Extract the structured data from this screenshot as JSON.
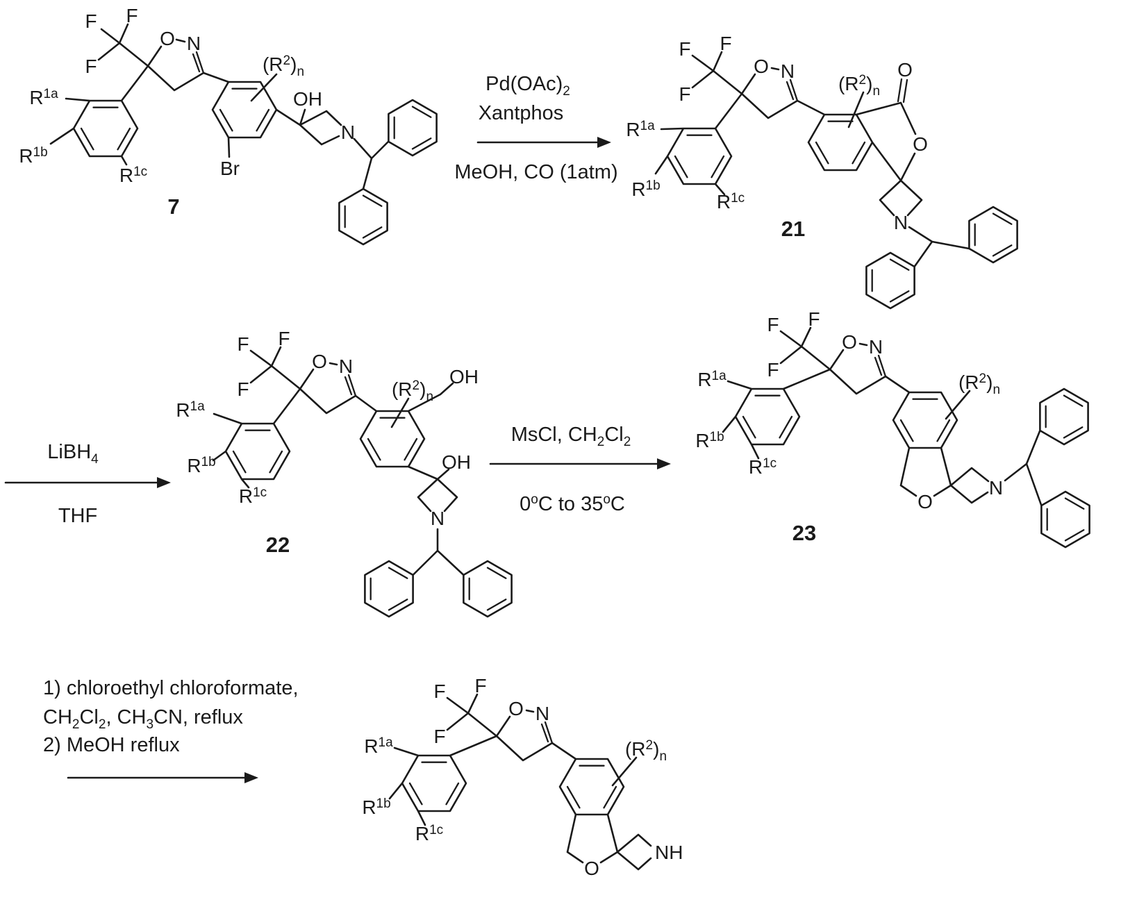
{
  "scheme": {
    "atoms": {
      "F": "F",
      "O": "O",
      "N": "N",
      "OH": "OH",
      "Br": "Br",
      "NH": "NH"
    },
    "labels": {
      "r1a": {
        "base": "R",
        "sup": "1a"
      },
      "r1b": {
        "base": "R",
        "sup": "1b"
      },
      "r1c": {
        "base": "R",
        "sup": "1c"
      },
      "r2n": {
        "p1": "(R",
        "sup": "2",
        "p2": ")",
        "sub": "n"
      }
    },
    "compounds": {
      "c7": "7",
      "c21": "21",
      "c22": "22",
      "c23": "23"
    },
    "steps": {
      "s1": {
        "reagent1a": "Pd(OAc)",
        "reagent1b": "2",
        "reagent2": "Xantphos",
        "solvent": "MeOH, CO (1atm)"
      },
      "s2": {
        "reagent1a": "LiBH",
        "reagent1b": "4",
        "solvent": "THF"
      },
      "s3": {
        "r1a": "MsCl, CH",
        "r1b": "2",
        "r1c": "Cl",
        "r1d": "2",
        "t1": "0",
        "t2": "o",
        "t3": "C to 35",
        "t4": "o",
        "t5": "C"
      },
      "s4": {
        "l1": "1) chloroethyl chloroformate,",
        "l2a": "CH",
        "l2b": "2",
        "l2c": "Cl",
        "l2d": "2",
        "l2e": ", CH",
        "l2f": "3",
        "l2g": "CN, reflux",
        "l3": "2) MeOH reflux"
      }
    }
  }
}
